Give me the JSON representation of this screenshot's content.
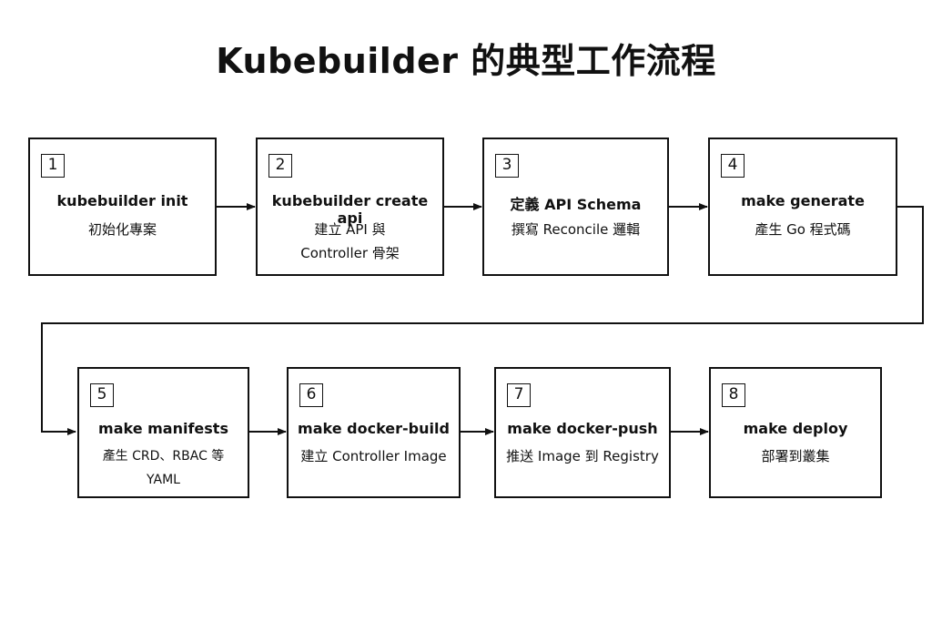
{
  "title": "Kubebuilder 的典型工作流程",
  "steps": [
    {
      "number": "1",
      "command": "kubebuilder init",
      "description": [
        "初始化專案"
      ]
    },
    {
      "number": "2",
      "command": "kubebuilder create api",
      "description": [
        "建立 API 與",
        "Controller 骨架"
      ]
    },
    {
      "number": "3",
      "command": "定義 API Schema",
      "description": [
        "撰寫 Reconcile 邏輯"
      ]
    },
    {
      "number": "4",
      "command": "make generate",
      "description": [
        "產生 Go 程式碼"
      ]
    },
    {
      "number": "5",
      "command": "make manifests",
      "description": [
        "產生 CRD、RBAC 等 YAML"
      ]
    },
    {
      "number": "6",
      "command": "make docker-build",
      "description": [
        "建立 Controller Image"
      ]
    },
    {
      "number": "7",
      "command": "make docker-push",
      "description": [
        "推送 Image 到 Registry"
      ]
    },
    {
      "number": "8",
      "command": "make deploy",
      "description": [
        "部署到叢集"
      ]
    }
  ],
  "colors": {
    "stroke": "#111111",
    "background": "#ffffff"
  }
}
